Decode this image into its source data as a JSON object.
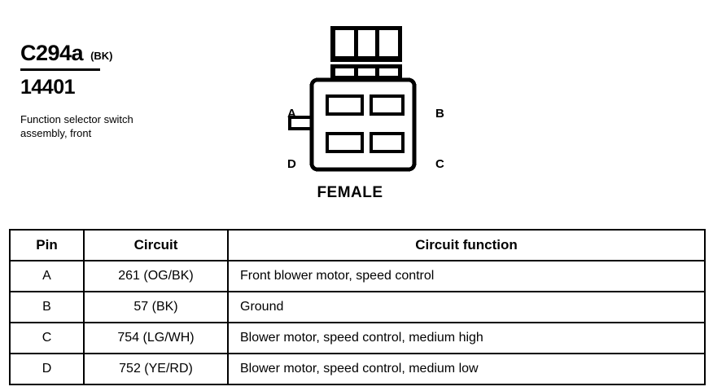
{
  "connector": {
    "id": "C294a",
    "color_code": "(BK)",
    "part_number": "14401",
    "description": "Function selector switch assembly, front",
    "gender_label": "FEMALE",
    "pin_letters": {
      "a": "A",
      "b": "B",
      "c": "C",
      "d": "D"
    }
  },
  "table": {
    "headers": {
      "pin": "Pin",
      "circuit": "Circuit",
      "function": "Circuit function"
    },
    "rows": [
      {
        "pin": "A",
        "circuit": "261 (OG/BK)",
        "function": "Front blower motor, speed control"
      },
      {
        "pin": "B",
        "circuit": "57 (BK)",
        "function": "Ground"
      },
      {
        "pin": "C",
        "circuit": "754 (LG/WH)",
        "function": "Blower motor, speed control, medium high"
      },
      {
        "pin": "D",
        "circuit": "752 (YE/RD)",
        "function": "Blower motor, speed control, medium low"
      }
    ]
  },
  "colors": {
    "ink": "#000000",
    "paper": "#ffffff"
  }
}
